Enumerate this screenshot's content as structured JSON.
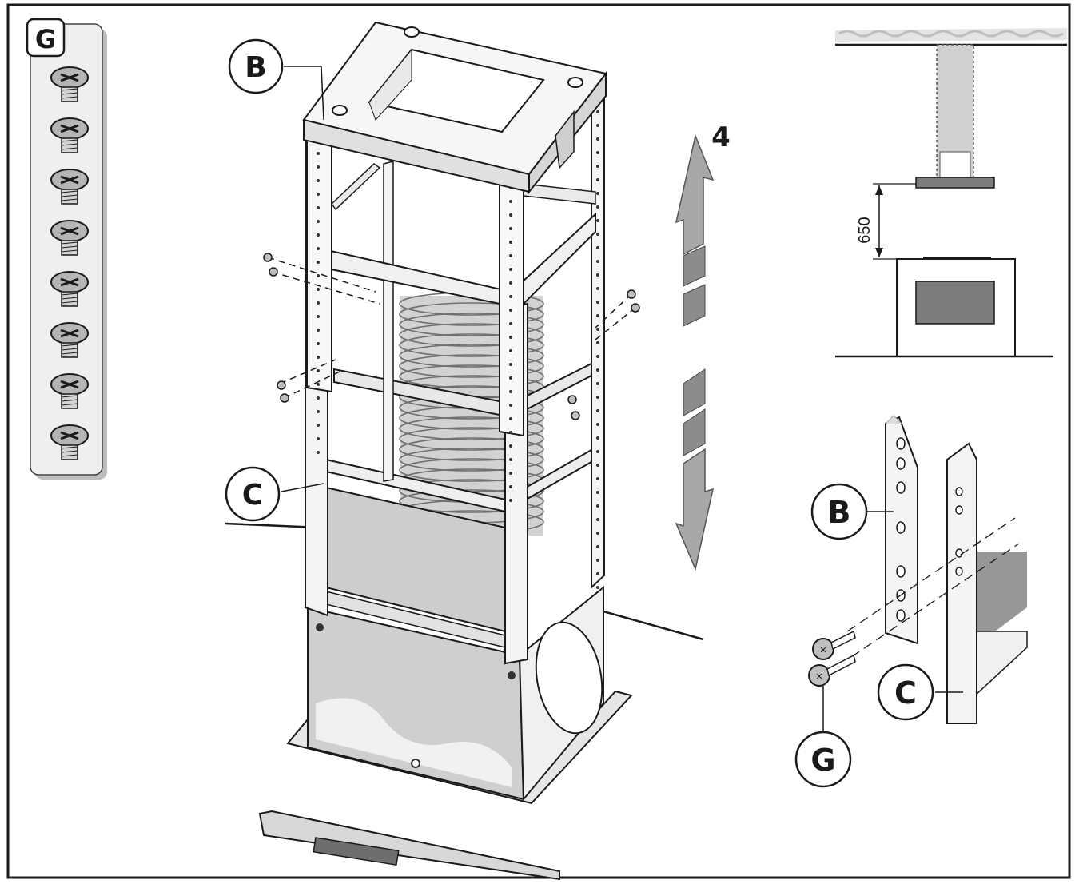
{
  "labels": {
    "kit": "G",
    "bracket_upper": "B",
    "bracket_lower": "C",
    "step_number": "4",
    "detail_bracket_upper": "B",
    "detail_bracket_lower": "C",
    "detail_screw": "G"
  },
  "dimension": {
    "value": "650"
  },
  "screw_kit": {
    "count": 8
  },
  "colors": {
    "line": "#1a1a1a",
    "fill_light": "#f2f2f2",
    "fill_mid": "#c9c9c9",
    "fill_dark": "#8a8a8a",
    "arrow": "#9a9a9a",
    "panel": "#7d7d7d"
  }
}
